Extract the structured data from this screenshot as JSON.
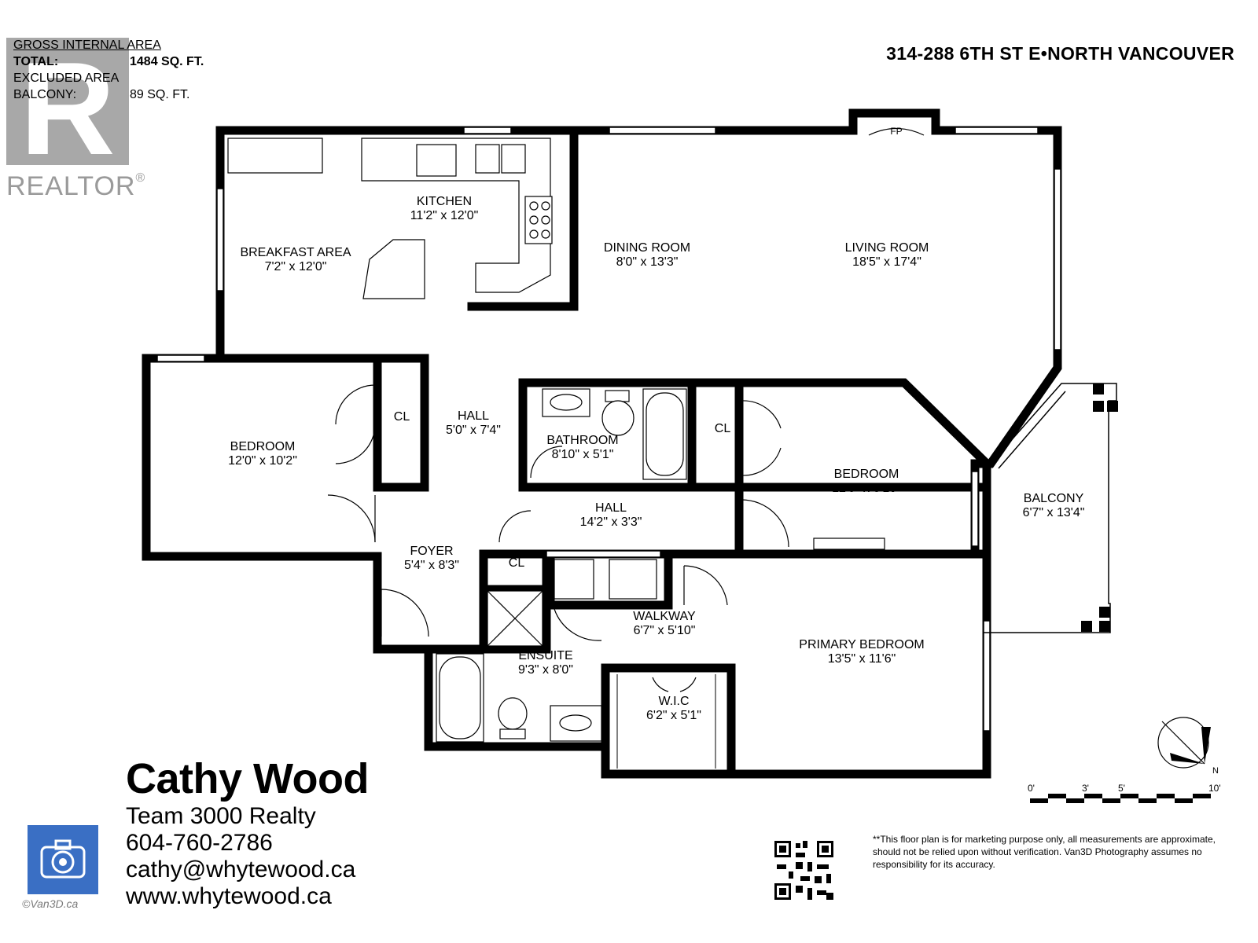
{
  "area": {
    "header": "GROSS INTERNAL AREA",
    "total_label": "TOTAL:",
    "total_value": "1484 SQ. FT.",
    "excluded_label": "EXCLUDED AREA",
    "balcony_label": "BALCONY:",
    "balcony_value": "89 SQ. FT."
  },
  "address": "314-288 6TH ST E•NORTH VANCOUVER",
  "logo": {
    "letter": "R",
    "text": "REALTOR",
    "mark": "®",
    "color": "#9a9a9a"
  },
  "rooms": [
    {
      "name": "KITCHEN",
      "dim": "11'2\" x 12'0\""
    },
    {
      "name": "BREAKFAST AREA",
      "dim": "7'2\" x 12'0\""
    },
    {
      "name": "DINING ROOM",
      "dim": "8'0\" x 13'3\""
    },
    {
      "name": "LIVING ROOM",
      "dim": "18'5\" x 17'4\""
    },
    {
      "name": "BEDROOM",
      "dim": "12'0\" x 10'2\""
    },
    {
      "name": "CL",
      "dim": ""
    },
    {
      "name": "HALL",
      "dim": "5'0\" x 7'4\""
    },
    {
      "name": "BATHROOM",
      "dim": "8'10\" x 5'1\""
    },
    {
      "name": "CL",
      "dim": ""
    },
    {
      "name": "BEDROOM",
      "dim": "12'9\" x 8'10\""
    },
    {
      "name": "BALCONY",
      "dim": "6'7\" x 13'4\""
    },
    {
      "name": "HALL",
      "dim": "14'2\" x 3'3\""
    },
    {
      "name": "FOYER",
      "dim": "5'4\" x 8'3\""
    },
    {
      "name": "CL",
      "dim": ""
    },
    {
      "name": "WALKWAY",
      "dim": "6'7\" x 5'10\""
    },
    {
      "name": "PRIMARY BEDROOM",
      "dim": "13'5\" x 11'6\""
    },
    {
      "name": "ENSUITE",
      "dim": "9'3\" x 8'0\""
    },
    {
      "name": "W.I.C",
      "dim": "6'2\" x 5'1\""
    }
  ],
  "fireplace_label": "FP",
  "contact": {
    "name": "Cathy Wood",
    "company": "Team 3000 Realty",
    "phone": "604-760-2786",
    "email": "cathy@whytewood.ca",
    "website": "www.whytewood.ca"
  },
  "disclaimer": "**This floor plan is for marketing purpose only, all measurements are approximate, should not be relied upon without verification. Van3D Photography assumes no responsibility for its accuracy.",
  "copyright": "©Van3D.ca",
  "compass_label": "N",
  "scale": {
    "labels": [
      "0'",
      "3'",
      "5'",
      "10'"
    ],
    "ticks_ft": [
      0,
      3,
      5,
      10
    ]
  },
  "colors": {
    "wall": "#000000",
    "logo_blue": "#3a6fc4",
    "logo_gray": "#9a9a9a"
  }
}
